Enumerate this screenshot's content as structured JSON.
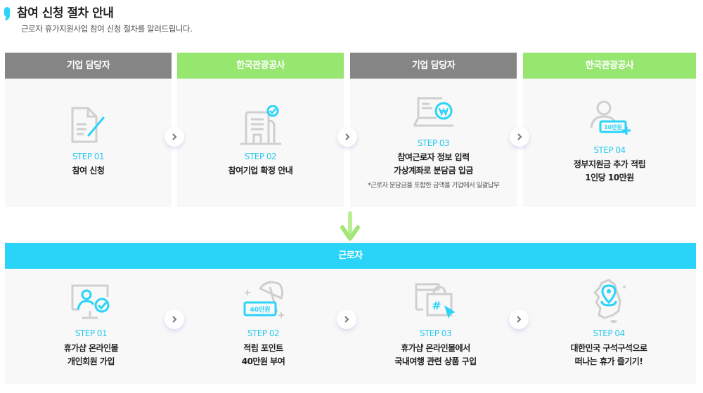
{
  "header": {
    "title": "참여 신청 절차 안내",
    "subtitle": "근로자 휴가지원사업 참여 신청 절차를 알려드립니다."
  },
  "colors": {
    "accent": "#2ad4f9",
    "gray_header": "#858585",
    "green_header": "#96e66f",
    "step_text": "#2ac8ef",
    "card_bg": "#f8f8f8"
  },
  "company_steps": [
    {
      "actor": "기업 담당자",
      "step": "STEP 01",
      "lines": [
        "참여 신청"
      ],
      "icon": "document-edit-icon"
    },
    {
      "actor": "한국관광공사",
      "step": "STEP 02",
      "lines": [
        "참여기업 확정 안내"
      ],
      "icon": "building-check-icon"
    },
    {
      "actor": "기업 담당자",
      "step": "STEP 03",
      "lines": [
        "참여근로자 정보 입력",
        "가상계좌로 분담금 입금"
      ],
      "note": "*근로자 분담금을 포함한 금액을 기업에서 일괄납부",
      "icon": "laptop-won-icon"
    },
    {
      "actor": "한국관광공사",
      "step": "STEP 04",
      "lines": [
        "정부지원금 추가 적립",
        "1인당 10만원"
      ],
      "icon": "person-card-plus-icon",
      "icon_badge": "10만원"
    }
  ],
  "worker": {
    "bar_label": "근로자",
    "steps": [
      {
        "step": "STEP 01",
        "lines": [
          "휴가샵 온라인몰",
          "개인회원 가입"
        ],
        "icon": "monitor-user-check-icon"
      },
      {
        "step": "STEP 02",
        "lines": [
          "적립 포인트",
          "40만원 부여"
        ],
        "icon": "umbrella-card-icon",
        "icon_badge": "40만원"
      },
      {
        "step": "STEP 03",
        "lines": [
          "휴가샵 온라인몰에서",
          "국내여행 관련 상품 구입"
        ],
        "icon": "shopping-hashtag-cursor-icon"
      },
      {
        "step": "STEP 04",
        "lines": [
          "대한민국 구석구석으로",
          "떠나는 휴가 즐기기!"
        ],
        "icon": "korea-map-pin-icon"
      }
    ]
  }
}
